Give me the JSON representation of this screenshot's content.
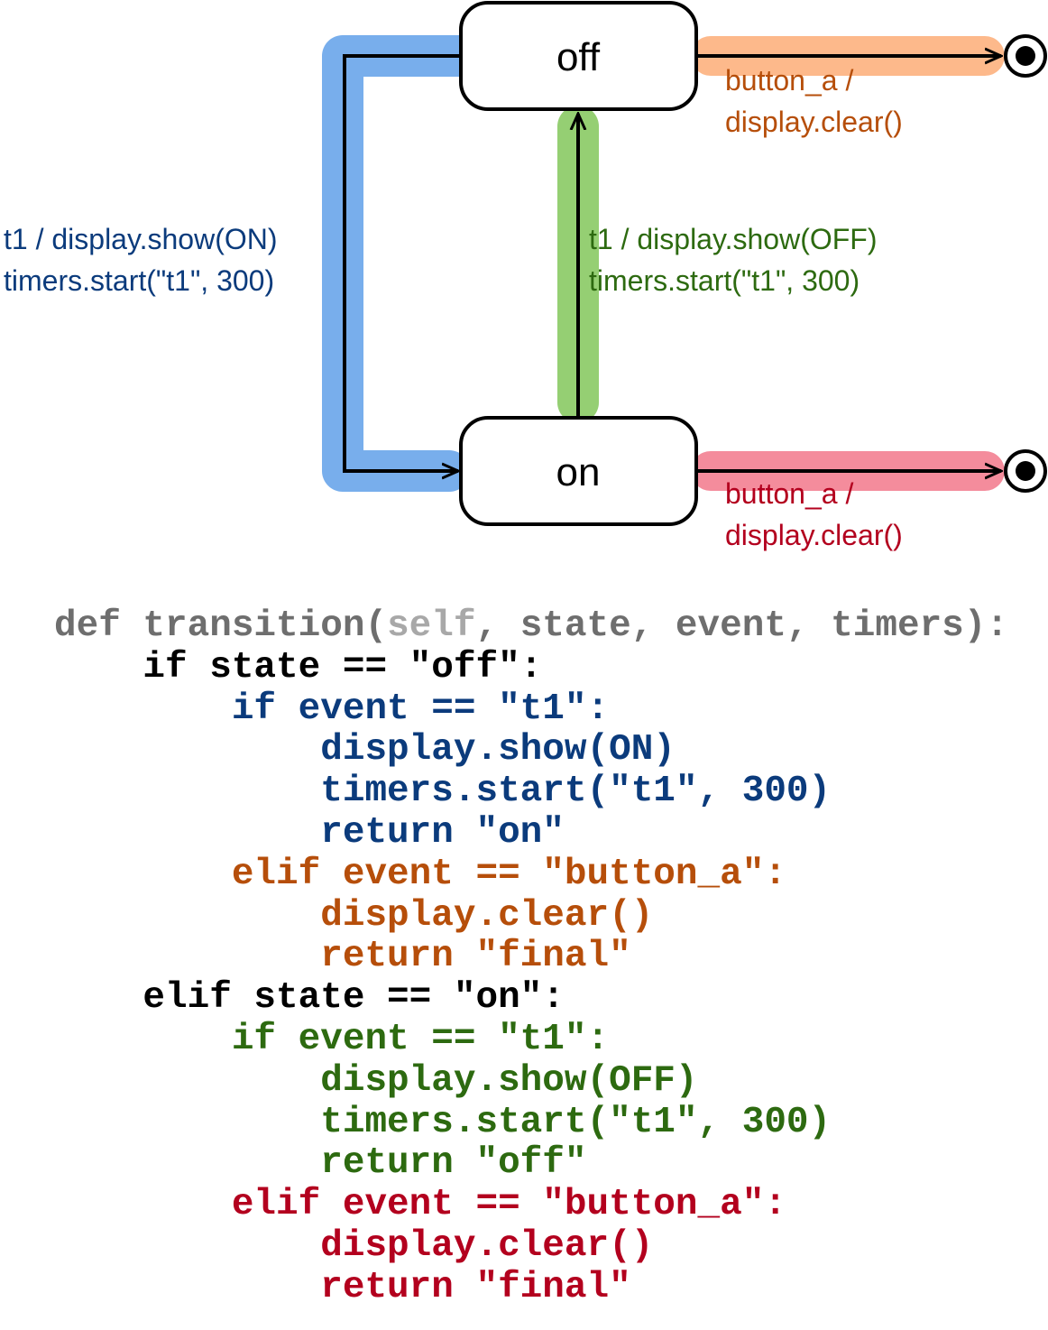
{
  "colors": {
    "blue": "#0b3b7c",
    "orange": "#b64e0a",
    "green": "#2d6a10",
    "red": "#b3001e",
    "gray": "#6e6e6e",
    "light_gray": "#a8a8a8",
    "black": "#000000",
    "blue_highlight": "#78aeec",
    "orange_highlight": "#fdb98b",
    "green_highlight": "#95cf73",
    "red_highlight": "#f48c9c"
  },
  "diagram": {
    "states": {
      "off": "off",
      "on": "on"
    },
    "transitions": {
      "off_to_on": {
        "line1": "t1 / display.show(ON)",
        "line2": "timers.start(\"t1\", 300)"
      },
      "on_to_off": {
        "line1": "t1 / display.show(OFF)",
        "line2": "timers.start(\"t1\", 300)"
      },
      "off_to_final": {
        "line1": "button_a /",
        "line2": "display.clear()"
      },
      "on_to_final": {
        "line1": "button_a /",
        "line2": "display.clear()"
      }
    },
    "final_state_icon": "final-state-icon"
  },
  "code": {
    "lines": [
      {
        "color": "gray",
        "segments": [
          {
            "text": "def transition(",
            "color": "gray"
          },
          {
            "text": "self",
            "color": "light_gray"
          },
          {
            "text": ", state, event, timers):",
            "color": "gray"
          }
        ]
      },
      {
        "color": "black",
        "text": "    if state == \"off\":"
      },
      {
        "color": "blue",
        "text": "        if event == \"t1\":"
      },
      {
        "color": "blue",
        "text": "            display.show(ON)"
      },
      {
        "color": "blue",
        "text": "            timers.start(\"t1\", 300)"
      },
      {
        "color": "blue",
        "text": "            return \"on\""
      },
      {
        "color": "orange",
        "text": "        elif event == \"button_a\":"
      },
      {
        "color": "orange",
        "text": "            display.clear()"
      },
      {
        "color": "orange",
        "text": "            return \"final\""
      },
      {
        "color": "black",
        "text": "    elif state == \"on\":"
      },
      {
        "color": "green",
        "text": "        if event == \"t1\":"
      },
      {
        "color": "green",
        "text": "            display.show(OFF)"
      },
      {
        "color": "green",
        "text": "            timers.start(\"t1\", 300)"
      },
      {
        "color": "green",
        "text": "            return \"off\""
      },
      {
        "color": "red",
        "text": "        elif event == \"button_a\":"
      },
      {
        "color": "red",
        "text": "            display.clear()"
      },
      {
        "color": "red",
        "text": "            return \"final\""
      }
    ]
  }
}
